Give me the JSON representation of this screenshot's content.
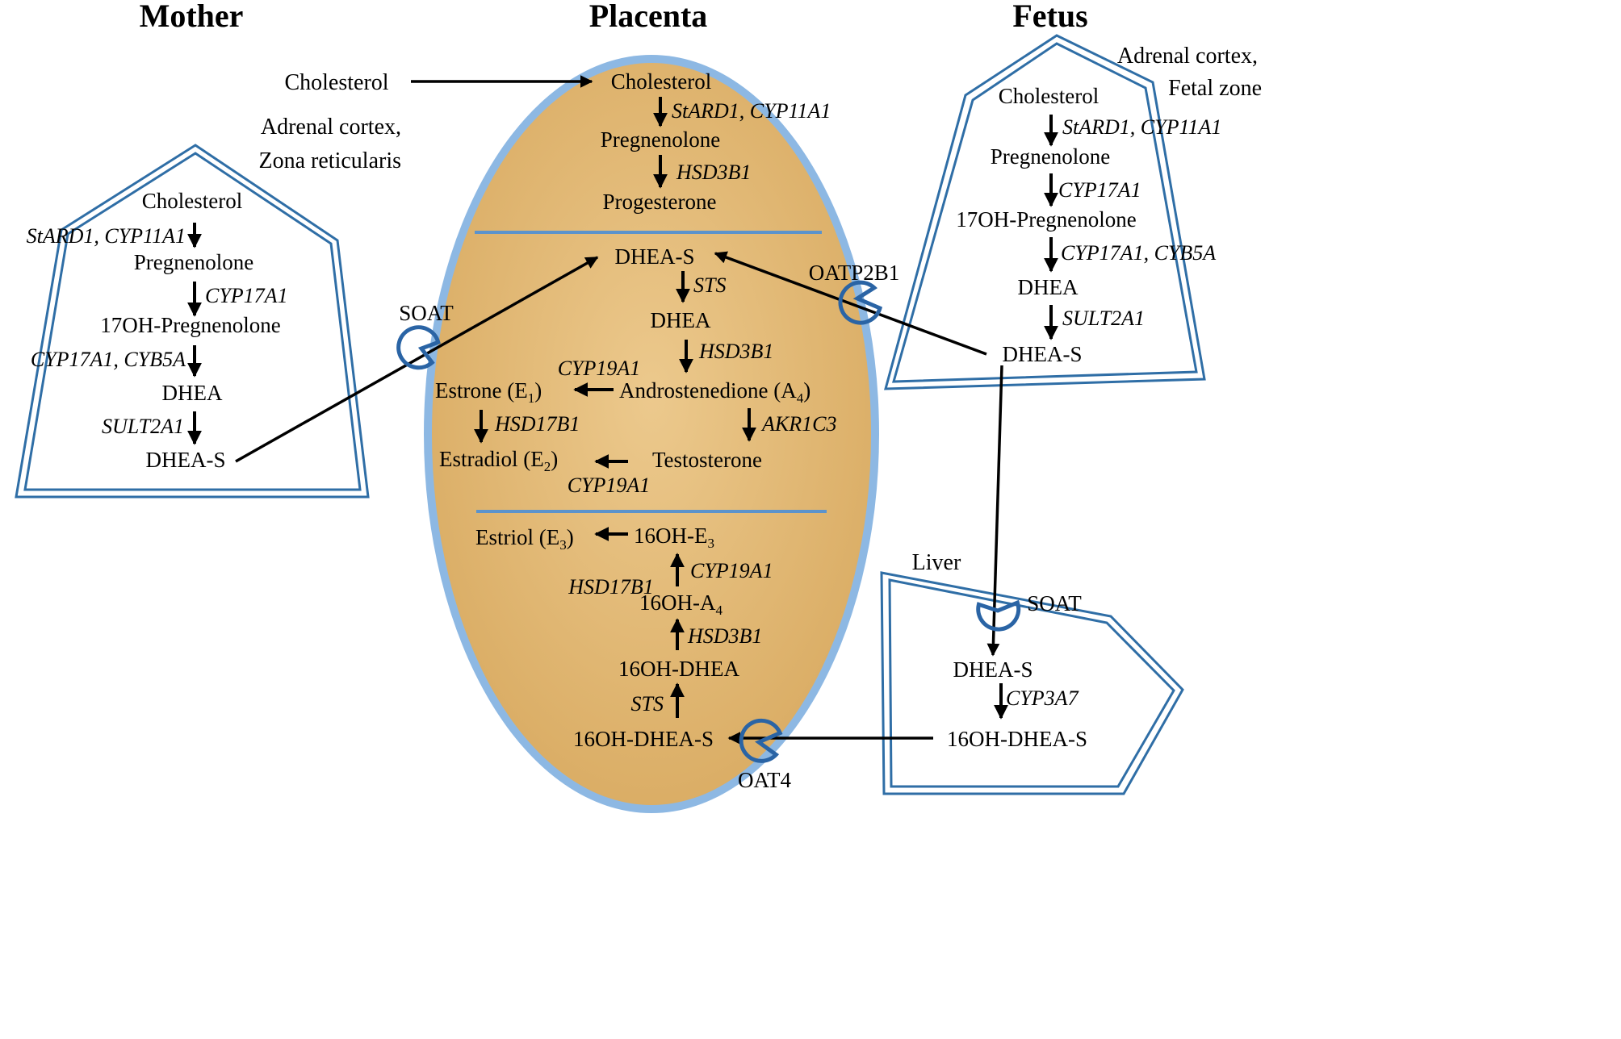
{
  "headers": {
    "mother": "Mother",
    "placenta": "Placenta",
    "fetus": "Fetus"
  },
  "mother": {
    "tissue_line1": "Adrenal cortex,",
    "tissue_line2": "Zona reticularis",
    "cholesterol": "Cholesterol",
    "enzyme1": "StARD1, CYP11A1",
    "pregnenolone": "Pregnenolone",
    "enzyme2": "CYP17A1",
    "oh_pregnenolone": "17OH-Pregnenolone",
    "enzyme3": "CYP17A1, CYB5A",
    "dhea": "DHEA",
    "enzyme4": "SULT2A1",
    "dheas": "DHEA-S"
  },
  "placenta": {
    "external_cholesterol": "Cholesterol",
    "cholesterol": "Cholesterol",
    "enzyme_scc": "StARD1, CYP11A1",
    "pregnenolone": "Pregnenolone",
    "enzyme_hsd1": "HSD3B1",
    "progesterone": "Progesterone",
    "dheas": "DHEA-S",
    "enzyme_sts": "STS",
    "dhea": "DHEA",
    "enzyme_hsd2": "HSD3B1",
    "estrone": "Estrone (E",
    "estrone_sub": "1",
    "enzyme_cyp19_1": "CYP19A1",
    "androstenedione": "Androstenedione (A",
    "androstenedione_sub": "4",
    "enzyme_hsd17_1": "HSD17B1",
    "enzyme_akr": "AKR1C3",
    "estradiol": "Estradiol (E",
    "estradiol_sub": "2",
    "testosterone": "Testosterone",
    "enzyme_cyp19_2": "CYP19A1",
    "estriol": "Estriol (E",
    "estriol_sub": "3",
    "oh_e3": "16OH-E",
    "oh_e3_sub": "3",
    "enzyme_hsd17_2": "HSD17B1",
    "enzyme_cyp19_3": "CYP19A1",
    "oh_a4": "16OH-A",
    "oh_a4_sub": "4",
    "enzyme_hsd3": "HSD3B1",
    "oh_dhea": "16OH-DHEA",
    "enzyme_sts2": "STS",
    "oh_dheas": "16OH-DHEA-S"
  },
  "fetus": {
    "tissue_line1": "Adrenal cortex,",
    "tissue_line2": "Fetal zone",
    "cholesterol": "Cholesterol",
    "enzyme1": "StARD1, CYP11A1",
    "pregnenolone": "Pregnenolone",
    "enzyme2": "CYP17A1",
    "oh_pregnenolone": "17OH-Pregnenolone",
    "enzyme3": "CYP17A1, CYB5A",
    "dhea": "DHEA",
    "enzyme4": "SULT2A1",
    "dheas": "DHEA-S"
  },
  "liver": {
    "label": "Liver",
    "dheas": "DHEA-S",
    "enzyme": "CYP3A7",
    "oh_dheas": "16OH-DHEA-S"
  },
  "transporters": {
    "soat_mother": "SOAT",
    "oatp2b1": "OATP2B1",
    "soat_liver": "SOAT",
    "oat4": "OAT4"
  },
  "colors": {
    "membrane_blue": "#2f6ea6",
    "placenta_outline": "#8db8e3",
    "placenta_fill": "#e2b877",
    "arrow": "#000000"
  }
}
